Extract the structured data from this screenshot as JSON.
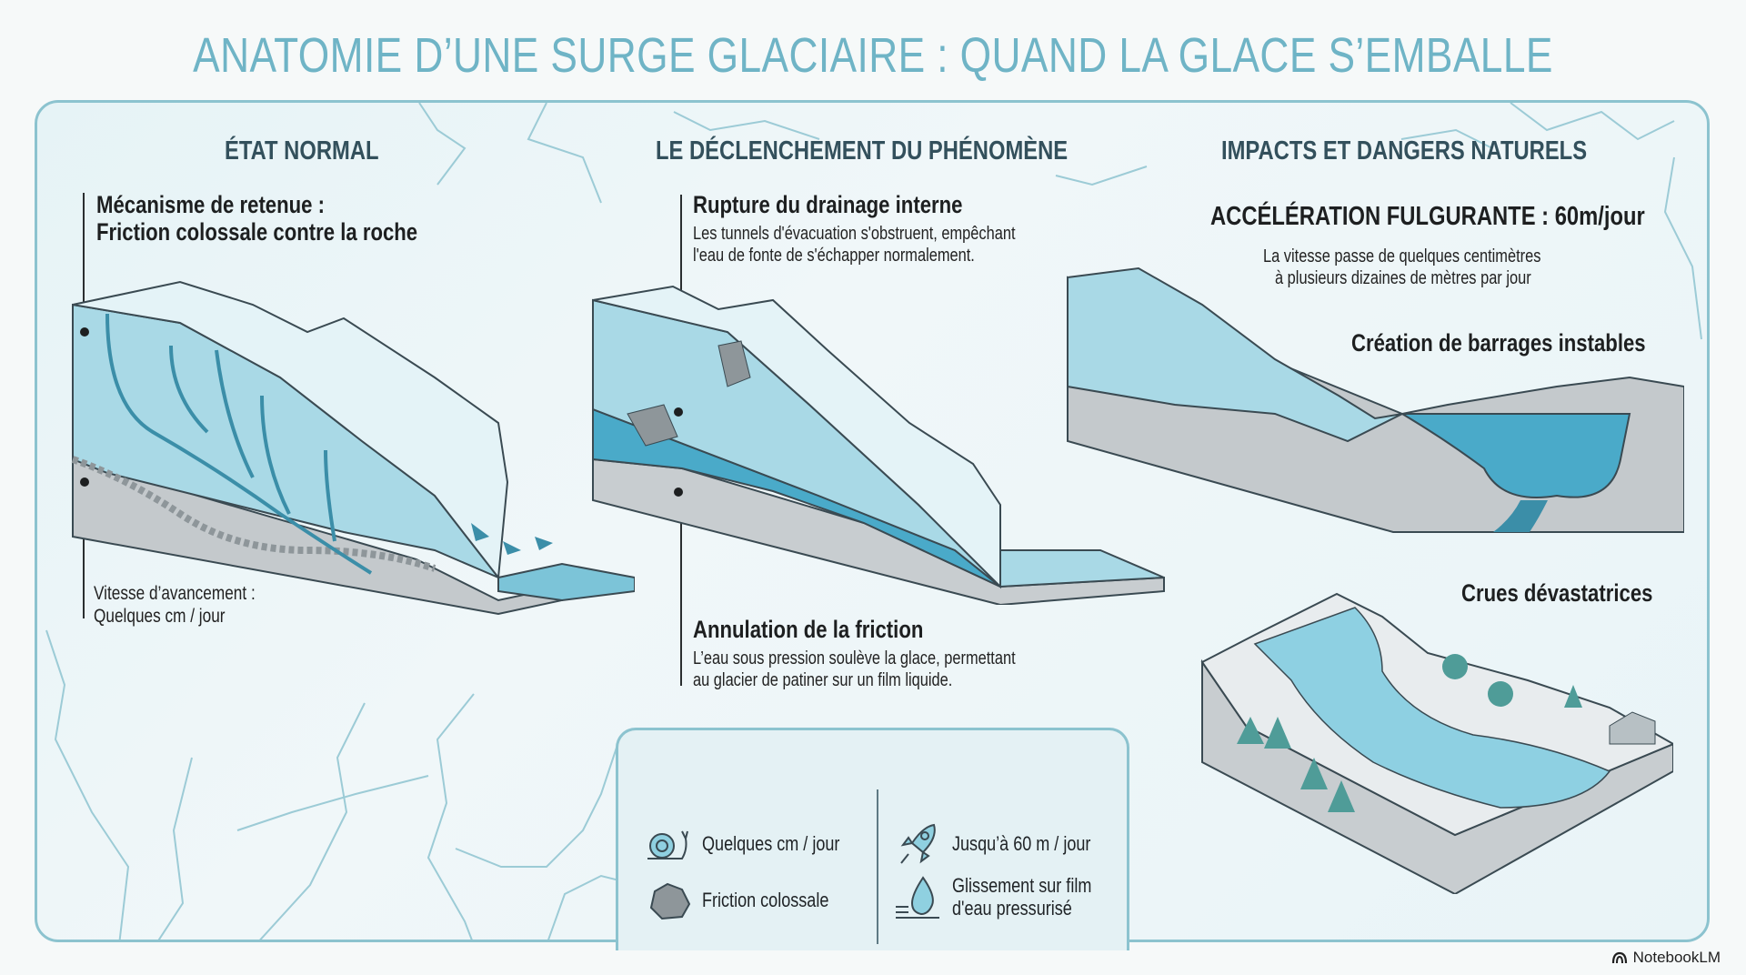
{
  "title": "ANATOMIE D’UNE SURGE GLACIAIRE : QUAND LA GLACE S’EMBALLE",
  "colors": {
    "title": "#6fb4c6",
    "panel_border": "#8cc3cf",
    "heading": "#33505c",
    "text": "#1d1f20",
    "ice": "#a9d9e6",
    "water": "#4aaac9",
    "rock": "#c4c9cc"
  },
  "columns": [
    {
      "heading": "ÉTAT NORMAL",
      "callouts": [
        {
          "title_line1": "Mécanisme de retenue :",
          "title_line2": "Friction colossale contre la roche"
        },
        {
          "text_line1": "Vitesse d’avancement :",
          "text_line2": "Quelques cm / jour"
        }
      ]
    },
    {
      "heading": "LE DÉCLENCHEMENT DU PHÉNOMÈNE",
      "callouts": [
        {
          "title": "Rupture du drainage interne",
          "text_line1": "Les tunnels d'évacuation s'obstruent, empêchant",
          "text_line2": "l'eau de fonte de s'échapper normalement."
        },
        {
          "title": "Annulation de la friction",
          "text_line1": "L’eau sous pression soulève la glace, permettant",
          "text_line2": "au glacier de patiner sur un film liquide."
        }
      ]
    },
    {
      "heading": "IMPACTS ET DANGERS NATURELS",
      "highlight": "ACCÉLÉRATION FULGURANTE : 60m/jour",
      "highlight_text_line1": "La vitesse passe de quelques centimètres",
      "highlight_text_line2": "à plusieurs dizaines de mètres par jour",
      "sub1": "Création de barrages instables",
      "sub2": "Crues dévastatrices"
    }
  ],
  "legend": {
    "items": [
      {
        "icon": "snail-icon",
        "label": "Quelques cm / jour"
      },
      {
        "icon": "rock-icon",
        "label": "Friction colossale"
      },
      {
        "icon": "rocket-icon",
        "label": "Jusqu’à 60 m / jour"
      },
      {
        "icon": "water-drop-icon",
        "label_line1": "Glissement sur film",
        "label_line2": "d'eau pressurisé"
      }
    ]
  },
  "brand": "NotebookLM"
}
